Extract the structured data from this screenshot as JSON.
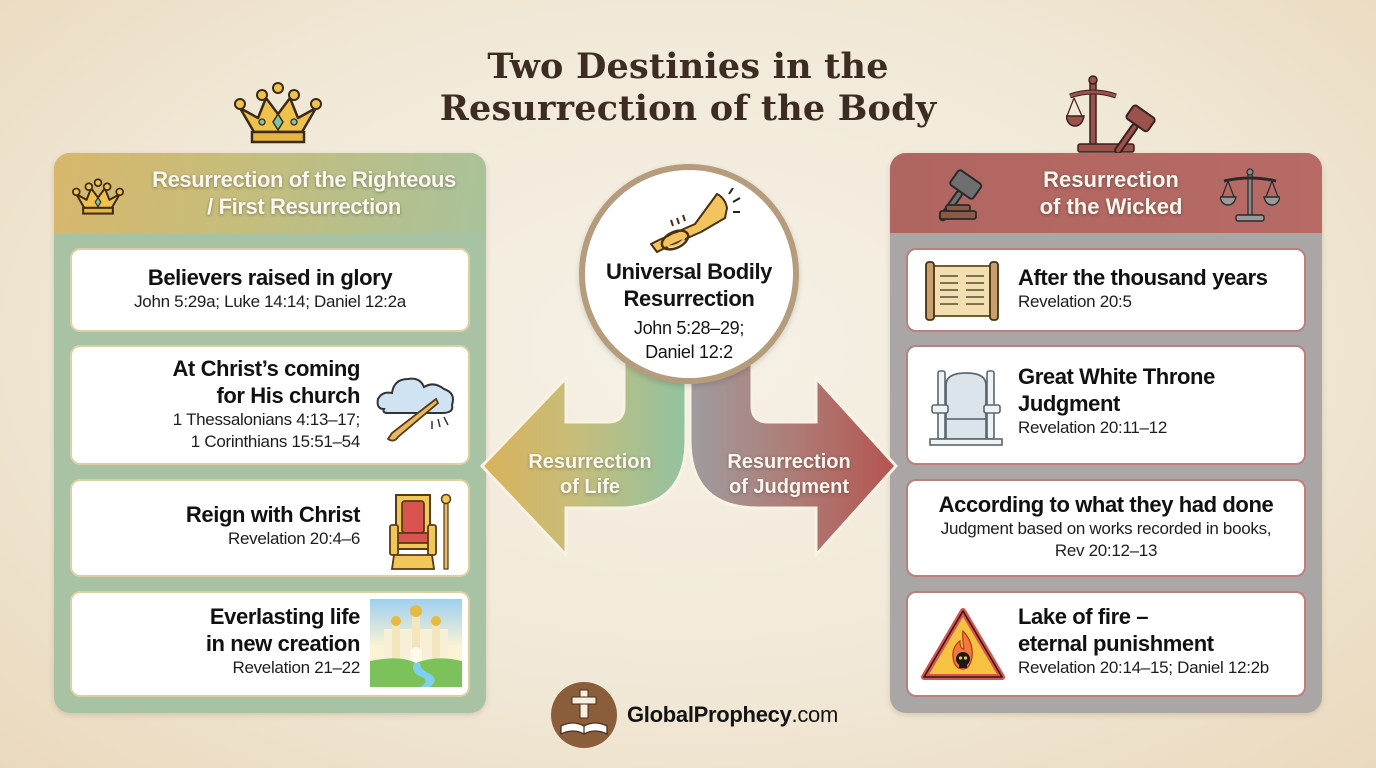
{
  "title": {
    "line1": "Two Destinies in the",
    "line2": "Resurrection of the Body"
  },
  "left_panel": {
    "header_icon": "crown-icon",
    "title_line1": "Resurrection of the Righteous",
    "title_line2": "/ First Resurrection",
    "color_header": "#d8b76c",
    "color_body": "#a7c3a4",
    "cards": [
      {
        "title": "Believers raised in glory",
        "ref": "John 5:29a; Luke 14:14; Daniel 12:2a",
        "icon": null
      },
      {
        "title_line1": "At Christ’s coming",
        "title_line2": "for His church",
        "ref_line1": "1 Thessalonians 4:13–17;",
        "ref_line2": "1 Corinthians 15:51–54",
        "icon": "cloud-trumpet-icon"
      },
      {
        "title": "Reign with Christ",
        "ref": "Revelation 20:4–6",
        "icon": "throne-scepter-icon"
      },
      {
        "title_line1": "Everlasting life",
        "title_line2": "in new creation",
        "ref": "Revelation 21–22",
        "icon": "heavenly-city-image"
      }
    ]
  },
  "center": {
    "icon": "trumpet-icon",
    "title_line1": "Universal Bodily",
    "title_line2": "Resurrection",
    "ref_line1": "John 5:28–29;",
    "ref_line2": "Daniel 12:2",
    "left_arrow_line1": "Resurrection",
    "left_arrow_line2": "of Life",
    "right_arrow_line1": "Resurrection",
    "right_arrow_line2": "of Judgment"
  },
  "right_panel": {
    "header_icons": [
      "gavel-icon",
      "scales-icon"
    ],
    "title_line1": "Resurrection",
    "title_line2": "of the Wicked",
    "color_header": "#b06660",
    "color_body": "#aaa6a6",
    "cards": [
      {
        "title": "After the thousand years",
        "ref": "Revelation 20:5",
        "icon": "scroll-icon"
      },
      {
        "title_line1": "Great White Throne",
        "title_line2": "Judgment",
        "ref": "Revelation 20:11–12",
        "icon": "white-throne-icon"
      },
      {
        "title": "According to what they had done",
        "ref_line1": "Judgment based on works recorded in books,",
        "ref_line2": "Rev 20:12–13",
        "icon": null
      },
      {
        "title_line1": "Lake of fire –",
        "title_line2": "eternal punishment",
        "ref": "Revelation 20:14–15; Daniel 12:2b",
        "icon": "fire-warning-icon"
      }
    ]
  },
  "footer": {
    "logo_icon": "cross-bible-icon",
    "brand_bold": "GlobalProphecy",
    "brand_suffix": ".com"
  }
}
